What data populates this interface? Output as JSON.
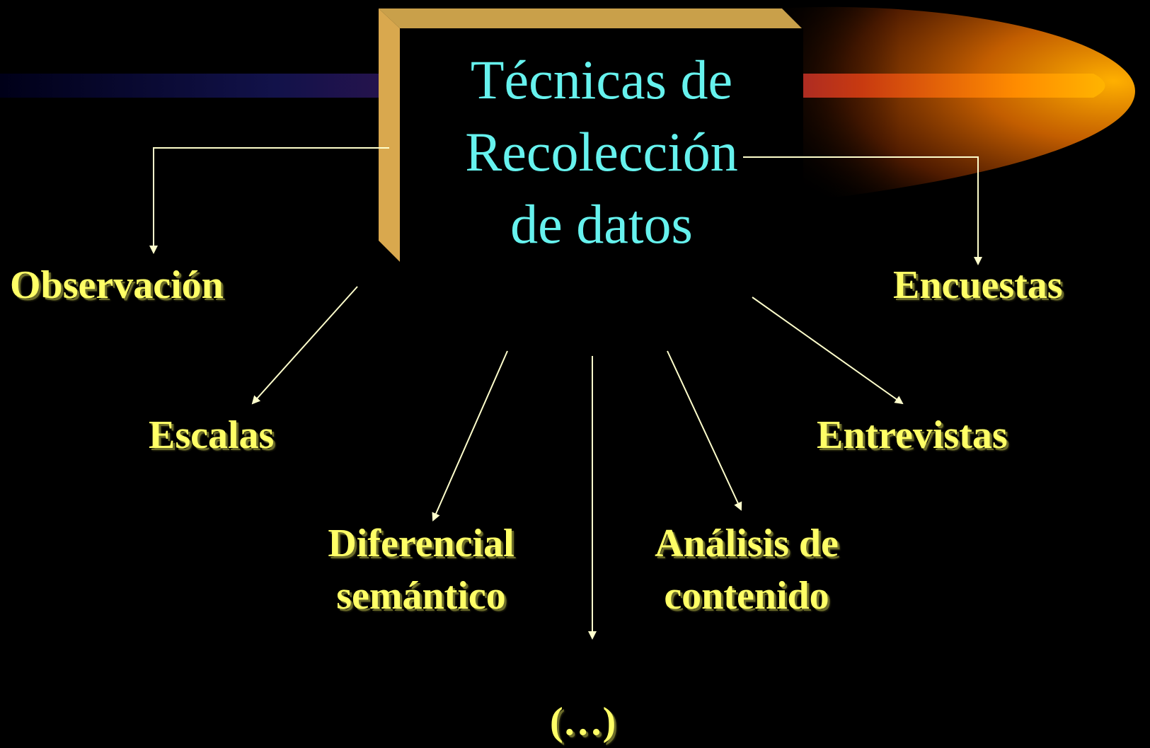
{
  "title": {
    "line1": "Técnicas de",
    "line2": "Recolección",
    "line3": "de datos"
  },
  "nodes": {
    "observacion": "Observación",
    "encuestas": "Encuestas",
    "escalas": "Escalas",
    "entrevistas": "Entrevistas",
    "diferencial_line1": "Diferencial",
    "diferencial_line2": "semántico",
    "analisis_line1": "Análisis de",
    "analisis_line2": "contenido",
    "ellipsis": "(…)"
  },
  "colors": {
    "background": "#000000",
    "title_text": "#66f2ee",
    "node_text": "#ffff66",
    "arrows": "#ffffcc",
    "panel_gold": "#d9a84e"
  }
}
